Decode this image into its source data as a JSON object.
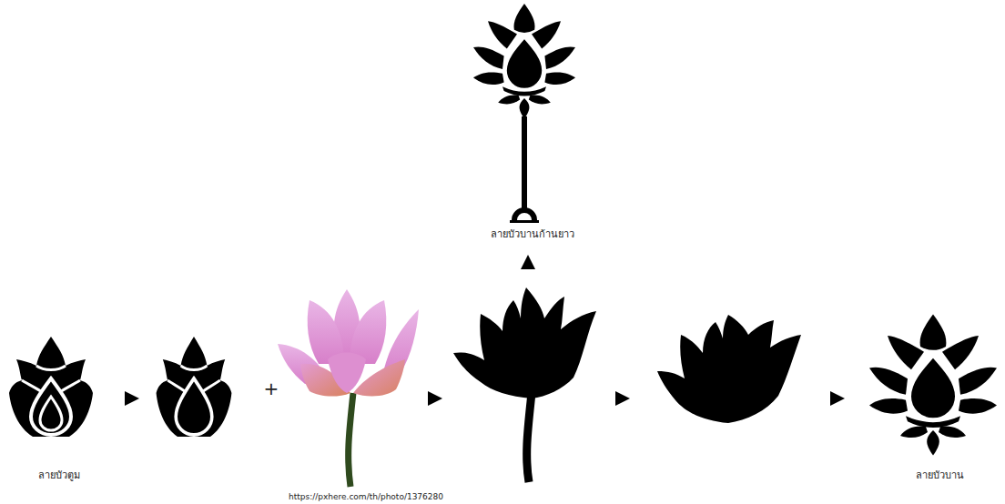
{
  "diagram": {
    "labels": [
      "ลายบัวตูม",
      "+",
      "https://pxhere.com/th/photo/1376280",
      "ลายบัวบานก้านยาว",
      "ลายบัวบาน"
    ]
  }
}
